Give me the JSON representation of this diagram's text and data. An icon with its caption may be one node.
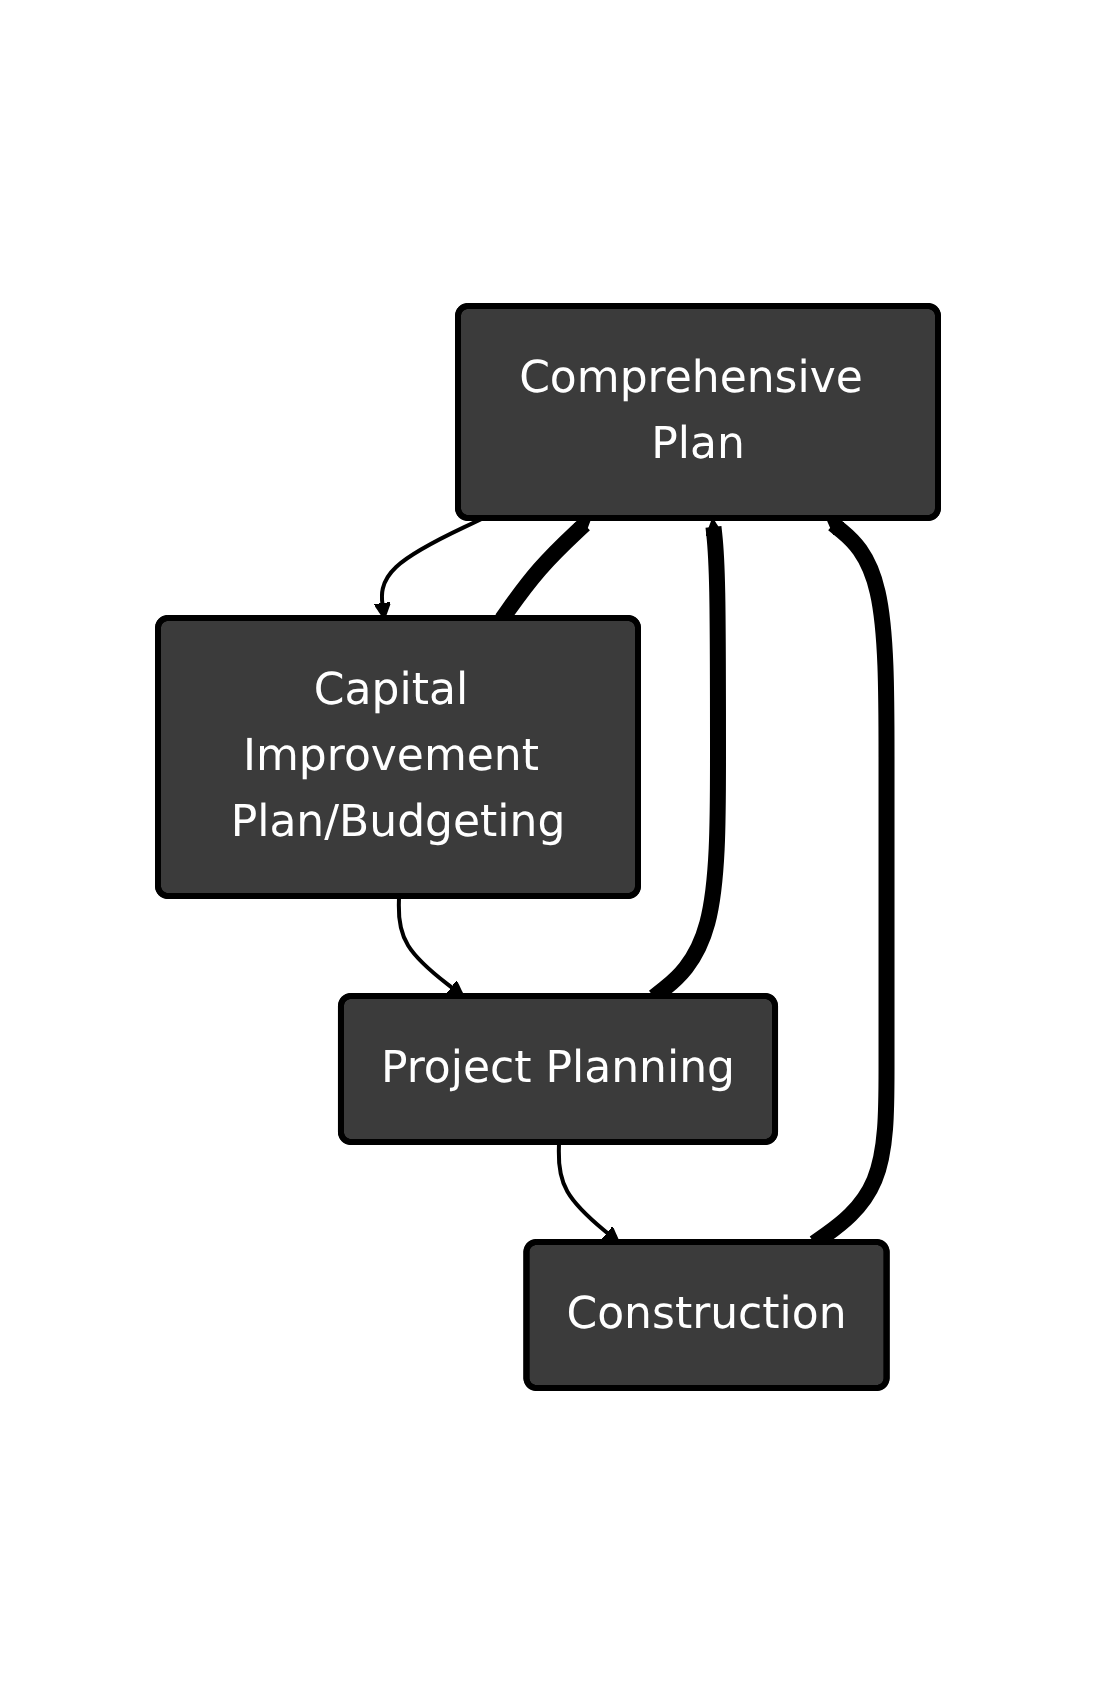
{
  "diagram": {
    "nodes": [
      {
        "text": [
          "Comprehensive Plan"
        ]
      },
      {
        "text": [
          "Capital Improvement Plan/Budgeting"
        ]
      },
      {
        "text": [
          "Project Planning"
        ]
      },
      {
        "text": [
          "Construction"
        ]
      }
    ],
    "edges": [
      {
        "from": 0,
        "to": 1,
        "arrow": "to"
      },
      {
        "from": 1,
        "to": 2,
        "arrow": "to"
      },
      {
        "from": 2,
        "to": 3,
        "arrow": "to"
      },
      {
        "from": 1,
        "to": 0,
        "arrow": "to",
        "style": "thick"
      },
      {
        "from": 2,
        "to": 0,
        "arrow": "to",
        "style": "thick"
      },
      {
        "from": 3,
        "to": 0,
        "arrow": "to",
        "style": "thick"
      }
    ]
  }
}
